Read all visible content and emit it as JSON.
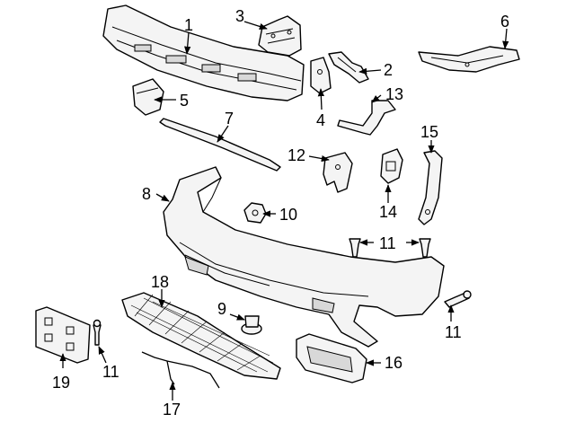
{
  "callouts": {
    "c1": "1",
    "c2": "2",
    "c3": "3",
    "c4": "4",
    "c5": "5",
    "c6": "6",
    "c7": "7",
    "c8": "8",
    "c9": "9",
    "c10": "10",
    "c11a": "11",
    "c11b": "11",
    "c11c": "11",
    "c12": "12",
    "c13": "13",
    "c14": "14",
    "c15": "15",
    "c16": "16",
    "c17": "17",
    "c18": "18",
    "c19": "19"
  }
}
